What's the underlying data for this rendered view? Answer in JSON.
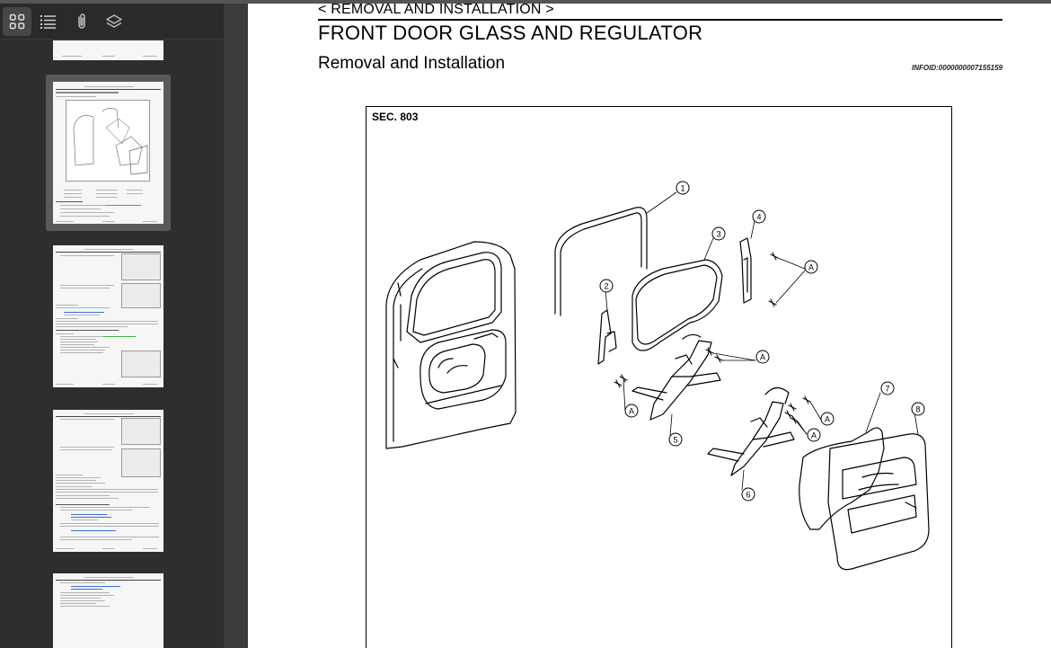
{
  "sidebar": {
    "toolbar": {
      "thumbnails_icon": "grid-icon",
      "outline_icon": "list-icon",
      "attachments_icon": "paperclip-icon",
      "layers_icon": "layers-icon"
    }
  },
  "document": {
    "breadcrumb": "< REMOVAL AND INSTALLATION >",
    "title": "FRONT DOOR GLASS AND REGULATOR",
    "subtitle": "Removal and Installation",
    "info_id": "INFOID:0000000007155159",
    "figure": {
      "section": "SEC. 803",
      "callouts": [
        "1",
        "2",
        "3",
        "4",
        "5",
        "6",
        "7",
        "8"
      ],
      "letter_callout": "A"
    }
  }
}
